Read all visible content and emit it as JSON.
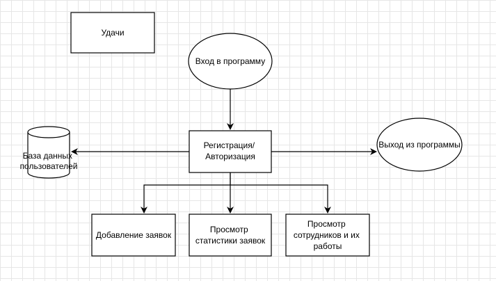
{
  "diagram": {
    "nodes": {
      "udachi": {
        "lines": [
          "Удачи"
        ]
      },
      "vhod": {
        "lines": [
          "Вход в программу"
        ]
      },
      "baza": {
        "lines": [
          "База данных",
          "пользователей"
        ]
      },
      "registraciya": {
        "lines": [
          "Регистрация/",
          "Авторизация"
        ]
      },
      "vyhod": {
        "lines": [
          "Выход из программы"
        ]
      },
      "dobavlenie": {
        "lines": [
          "Добавление заявок"
        ]
      },
      "statistika": {
        "lines": [
          "Просмотр",
          "статистики заявок"
        ]
      },
      "sotrudniki": {
        "lines": [
          "Просмотр",
          "сотрудников и их",
          "работы"
        ]
      }
    },
    "edges": [
      {
        "from": "vhod",
        "to": "registraciya"
      },
      {
        "from": "registraciya",
        "to": "baza"
      },
      {
        "from": "registraciya",
        "to": "vyhod"
      },
      {
        "from": "registraciya",
        "to": "dobavlenie"
      },
      {
        "from": "registraciya",
        "to": "statistika"
      },
      {
        "from": "registraciya",
        "to": "sotrudniki"
      }
    ],
    "colors": {
      "stroke": "#000000",
      "fill": "#ffffff",
      "grid": "#e6e6e6"
    }
  }
}
